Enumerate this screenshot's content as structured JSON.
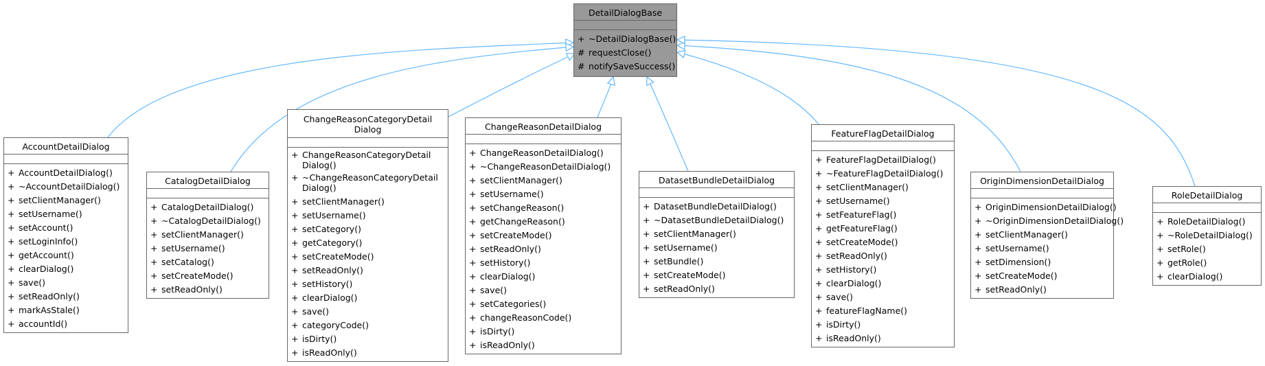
{
  "diagram": {
    "edge_color": "#63b8ff",
    "base": {
      "name": "DetailDialogBase",
      "methods": [
        {
          "vis": "+",
          "name": "~DetailDialogBase()"
        },
        {
          "vis": "#",
          "name": "requestClose()"
        },
        {
          "vis": "#",
          "name": "notifySaveSuccess()"
        }
      ]
    },
    "classes": [
      {
        "name": "AccountDetailDialog",
        "methods": [
          {
            "vis": "+",
            "name": "AccountDetailDialog()"
          },
          {
            "vis": "+",
            "name": "~AccountDetailDialog()"
          },
          {
            "vis": "+",
            "name": "setClientManager()"
          },
          {
            "vis": "+",
            "name": "setUsername()"
          },
          {
            "vis": "+",
            "name": "setAccount()"
          },
          {
            "vis": "+",
            "name": "setLoginInfo()"
          },
          {
            "vis": "+",
            "name": "getAccount()"
          },
          {
            "vis": "+",
            "name": "clearDialog()"
          },
          {
            "vis": "+",
            "name": "save()"
          },
          {
            "vis": "+",
            "name": "setReadOnly()"
          },
          {
            "vis": "+",
            "name": "markAsStale()"
          },
          {
            "vis": "+",
            "name": "accountId()"
          }
        ]
      },
      {
        "name": "CatalogDetailDialog",
        "methods": [
          {
            "vis": "+",
            "name": "CatalogDetailDialog()"
          },
          {
            "vis": "+",
            "name": "~CatalogDetailDialog()"
          },
          {
            "vis": "+",
            "name": "setClientManager()"
          },
          {
            "vis": "+",
            "name": "setUsername()"
          },
          {
            "vis": "+",
            "name": "setCatalog()"
          },
          {
            "vis": "+",
            "name": "setCreateMode()"
          },
          {
            "vis": "+",
            "name": "setReadOnly()"
          }
        ]
      },
      {
        "name": "ChangeReasonCategoryDetail\nDialog",
        "methods": [
          {
            "vis": "+",
            "name": "ChangeReasonCategoryDetail\nDialog()"
          },
          {
            "vis": "+",
            "name": "~ChangeReasonCategoryDetail\nDialog()"
          },
          {
            "vis": "+",
            "name": "setClientManager()"
          },
          {
            "vis": "+",
            "name": "setUsername()"
          },
          {
            "vis": "+",
            "name": "setCategory()"
          },
          {
            "vis": "+",
            "name": "getCategory()"
          },
          {
            "vis": "+",
            "name": "setCreateMode()"
          },
          {
            "vis": "+",
            "name": "setReadOnly()"
          },
          {
            "vis": "+",
            "name": "setHistory()"
          },
          {
            "vis": "+",
            "name": "clearDialog()"
          },
          {
            "vis": "+",
            "name": "save()"
          },
          {
            "vis": "+",
            "name": "categoryCode()"
          },
          {
            "vis": "+",
            "name": "isDirty()"
          },
          {
            "vis": "+",
            "name": "isReadOnly()"
          }
        ]
      },
      {
        "name": "ChangeReasonDetailDialog",
        "methods": [
          {
            "vis": "+",
            "name": "ChangeReasonDetailDialog()"
          },
          {
            "vis": "+",
            "name": "~ChangeReasonDetailDialog()"
          },
          {
            "vis": "+",
            "name": "setClientManager()"
          },
          {
            "vis": "+",
            "name": "setUsername()"
          },
          {
            "vis": "+",
            "name": "setChangeReason()"
          },
          {
            "vis": "+",
            "name": "getChangeReason()"
          },
          {
            "vis": "+",
            "name": "setCreateMode()"
          },
          {
            "vis": "+",
            "name": "setReadOnly()"
          },
          {
            "vis": "+",
            "name": "setHistory()"
          },
          {
            "vis": "+",
            "name": "clearDialog()"
          },
          {
            "vis": "+",
            "name": "save()"
          },
          {
            "vis": "+",
            "name": "setCategories()"
          },
          {
            "vis": "+",
            "name": "changeReasonCode()"
          },
          {
            "vis": "+",
            "name": "isDirty()"
          },
          {
            "vis": "+",
            "name": "isReadOnly()"
          }
        ]
      },
      {
        "name": "DatasetBundleDetailDialog",
        "methods": [
          {
            "vis": "+",
            "name": "DatasetBundleDetailDialog()"
          },
          {
            "vis": "+",
            "name": "~DatasetBundleDetailDialog()"
          },
          {
            "vis": "+",
            "name": "setClientManager()"
          },
          {
            "vis": "+",
            "name": "setUsername()"
          },
          {
            "vis": "+",
            "name": "setBundle()"
          },
          {
            "vis": "+",
            "name": "setCreateMode()"
          },
          {
            "vis": "+",
            "name": "setReadOnly()"
          }
        ]
      },
      {
        "name": "FeatureFlagDetailDialog",
        "methods": [
          {
            "vis": "+",
            "name": "FeatureFlagDetailDialog()"
          },
          {
            "vis": "+",
            "name": "~FeatureFlagDetailDialog()"
          },
          {
            "vis": "+",
            "name": "setClientManager()"
          },
          {
            "vis": "+",
            "name": "setUsername()"
          },
          {
            "vis": "+",
            "name": "setFeatureFlag()"
          },
          {
            "vis": "+",
            "name": "getFeatureFlag()"
          },
          {
            "vis": "+",
            "name": "setCreateMode()"
          },
          {
            "vis": "+",
            "name": "setReadOnly()"
          },
          {
            "vis": "+",
            "name": "setHistory()"
          },
          {
            "vis": "+",
            "name": "clearDialog()"
          },
          {
            "vis": "+",
            "name": "save()"
          },
          {
            "vis": "+",
            "name": "featureFlagName()"
          },
          {
            "vis": "+",
            "name": "isDirty()"
          },
          {
            "vis": "+",
            "name": "isReadOnly()"
          }
        ]
      },
      {
        "name": "OriginDimensionDetailDialog",
        "methods": [
          {
            "vis": "+",
            "name": "OriginDimensionDetailDialog()"
          },
          {
            "vis": "+",
            "name": "~OriginDimensionDetailDialog()"
          },
          {
            "vis": "+",
            "name": "setClientManager()"
          },
          {
            "vis": "+",
            "name": "setUsername()"
          },
          {
            "vis": "+",
            "name": "setDimension()"
          },
          {
            "vis": "+",
            "name": "setCreateMode()"
          },
          {
            "vis": "+",
            "name": "setReadOnly()"
          }
        ]
      },
      {
        "name": "RoleDetailDialog",
        "methods": [
          {
            "vis": "+",
            "name": "RoleDetailDialog()"
          },
          {
            "vis": "+",
            "name": "~RoleDetailDialog()"
          },
          {
            "vis": "+",
            "name": "setRole()"
          },
          {
            "vis": "+",
            "name": "getRole()"
          },
          {
            "vis": "+",
            "name": "clearDialog()"
          }
        ]
      }
    ]
  }
}
